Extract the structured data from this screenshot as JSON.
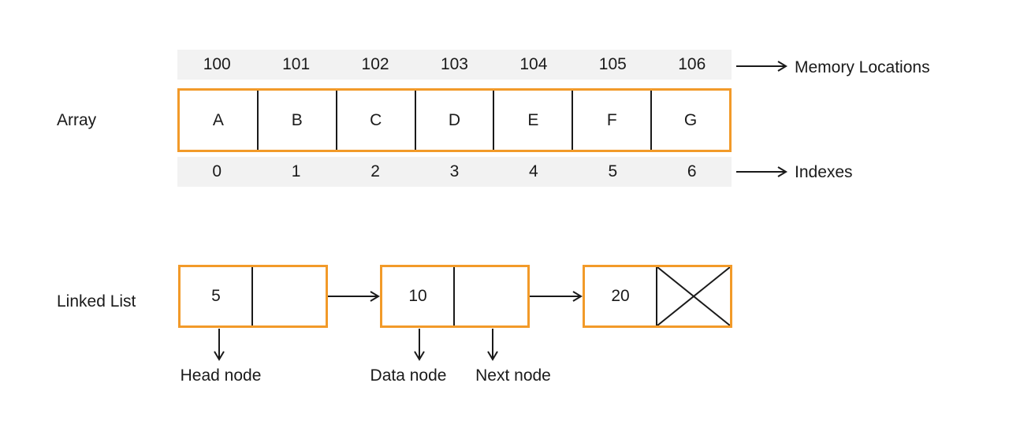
{
  "colors": {
    "accent_orange": "#F29A29",
    "band_gray": "#F2F2F2",
    "line_black": "#1A1A1A"
  },
  "array_section": {
    "label": "Array",
    "memory_locations": [
      "100",
      "101",
      "102",
      "103",
      "104",
      "105",
      "106"
    ],
    "cells": [
      "A",
      "B",
      "C",
      "D",
      "E",
      "F",
      "G"
    ],
    "indexes": [
      "0",
      "1",
      "2",
      "3",
      "4",
      "5",
      "6"
    ],
    "memory_caption": "Memory Locations",
    "indexes_caption": "Indexes"
  },
  "linked_list_section": {
    "label": "Linked List",
    "nodes": [
      {
        "value": "5",
        "next": "pointer"
      },
      {
        "value": "10",
        "next": "pointer"
      },
      {
        "value": "20",
        "next": "null"
      }
    ],
    "labels": {
      "head": "Head node",
      "data": "Data node",
      "next": "Next node"
    }
  }
}
